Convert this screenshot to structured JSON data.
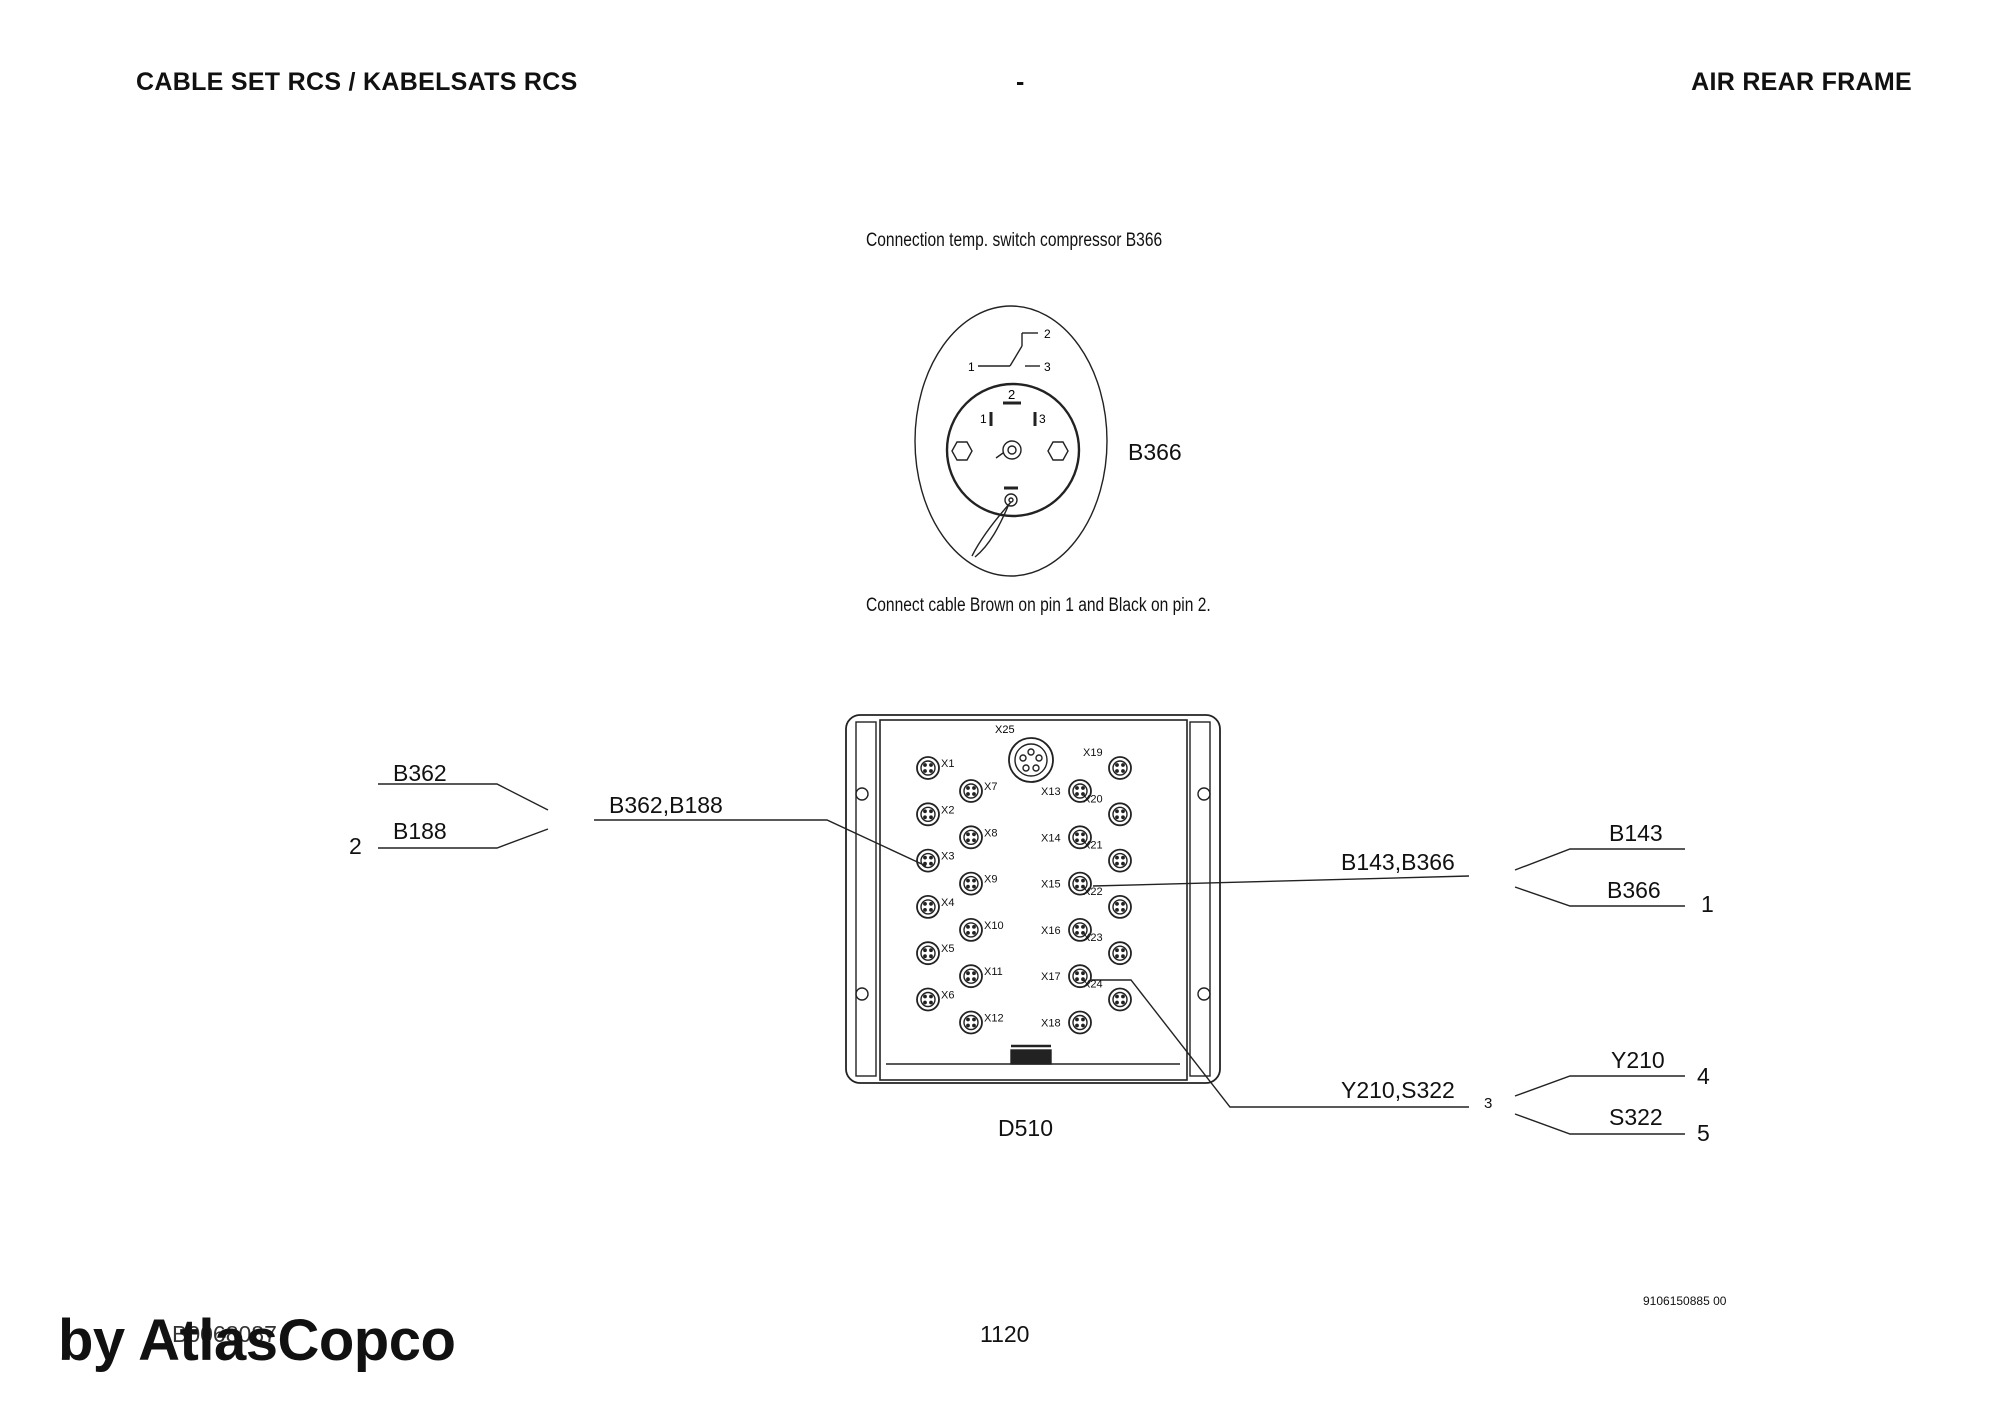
{
  "header": {
    "left_title": "CABLE SET RCS / KABELSATS RCS",
    "center_mark": "-",
    "right_title": "AIR REAR FRAME"
  },
  "connector_detail": {
    "caption_top": "Connection temp. switch compressor B366",
    "caption_bottom": "Connect cable Brown on pin 1 and Black on pin 2.",
    "label": "B366",
    "switch_symbol_labels": [
      "1",
      "2",
      "3"
    ],
    "pin_labels": [
      "1",
      "2",
      "3"
    ]
  },
  "io_module": {
    "label": "D510",
    "top_port": "X25",
    "ports_col1": [
      "X1",
      "X2",
      "X3",
      "X4",
      "X5",
      "X6"
    ],
    "ports_col2": [
      "X7",
      "X8",
      "X9",
      "X10",
      "X11",
      "X12"
    ],
    "ports_col3": [
      "X13",
      "X14",
      "X15",
      "X16",
      "X17",
      "X18"
    ],
    "ports_col4": [
      "X19",
      "X20",
      "X21",
      "X22",
      "X23",
      "X24"
    ]
  },
  "cables": {
    "left": {
      "main_label": "B362,B188",
      "branch_top": "B362",
      "branch_bottom": "B188",
      "item_number": "2"
    },
    "right_upper": {
      "main_label": "B143,B366",
      "branch_top": "B143",
      "branch_bottom": "B366",
      "item_number": "1"
    },
    "right_lower": {
      "main_label": "Y210,S322",
      "junction_number": "3",
      "branch_top": "Y210",
      "branch_top_number": "4",
      "branch_bottom": "S322",
      "branch_bottom_number": "5"
    }
  },
  "footer": {
    "doc_number": "9106150885 00",
    "page_number": "1120",
    "drawing_number": "B0068087",
    "watermark": "by AtlasCopco"
  }
}
